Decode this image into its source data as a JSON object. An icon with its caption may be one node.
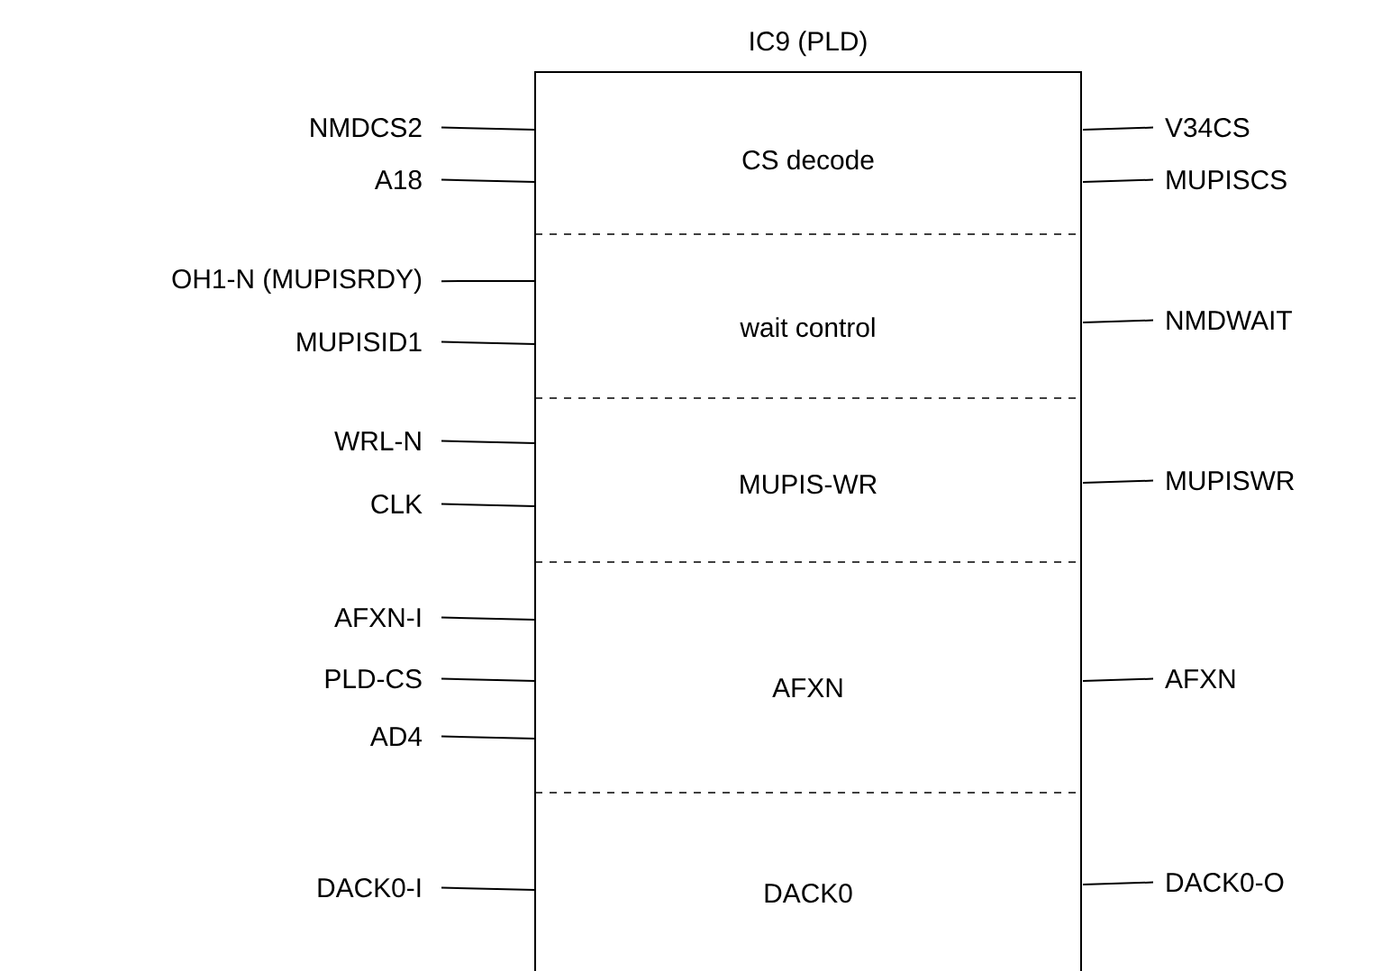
{
  "diagram": {
    "nodes": [
      {
        "text": [
          "IC9 (PLD)"
        ]
      },
      {
        "text": [
          "CS decode"
        ],
        "in": 0
      },
      {
        "text": [
          "wait control"
        ],
        "in": 0
      },
      {
        "text": [
          "MUPIS-WR"
        ],
        "in": 0
      },
      {
        "text": [
          "AFXN"
        ],
        "in": 0
      },
      {
        "text": [
          "DACK0"
        ],
        "in": 0
      },
      {
        "text": [
          "NMDCS2"
        ]
      },
      {
        "text": [
          "V34CS"
        ]
      },
      {
        "text": [
          "A18"
        ]
      },
      {
        "text": [
          "MUPISCS"
        ]
      },
      {
        "text": [
          "OH1-N (MUPISRDY)"
        ]
      },
      {
        "text": [
          "NMDWAIT"
        ]
      },
      {
        "text": [
          "MUPISID1"
        ]
      },
      {
        "text": [
          "WRL-N"
        ]
      },
      {
        "text": [
          "MUPISWR"
        ]
      },
      {
        "text": [
          "CLK"
        ]
      },
      {
        "text": [
          "AFXN-I"
        ]
      },
      {
        "text": [
          "PLD-CS"
        ]
      },
      {
        "text": [
          "AFXN"
        ]
      },
      {
        "text": [
          "AD4"
        ]
      },
      {
        "text": [
          "DACK0-I"
        ]
      },
      {
        "text": [
          "DACK0-O"
        ]
      }
    ],
    "edges": [
      {
        "from": 6,
        "to": 1,
        "arrow": "none"
      },
      {
        "from": 1,
        "to": 7,
        "arrow": "none"
      },
      {
        "from": 8,
        "to": 1,
        "arrow": "none"
      },
      {
        "from": 1,
        "to": 9,
        "arrow": "none"
      },
      {
        "from": 10,
        "to": 2,
        "arrow": "none"
      },
      {
        "from": 2,
        "to": 11,
        "arrow": "none"
      },
      {
        "from": 12,
        "to": 2,
        "arrow": "none"
      },
      {
        "from": 13,
        "to": 3,
        "arrow": "none"
      },
      {
        "from": 3,
        "to": 14,
        "arrow": "none"
      },
      {
        "from": 15,
        "to": 3,
        "arrow": "none"
      },
      {
        "from": 16,
        "to": 4,
        "arrow": "none"
      },
      {
        "from": 17,
        "to": 4,
        "arrow": "none"
      },
      {
        "from": 4,
        "to": 18,
        "arrow": "none"
      },
      {
        "from": 19,
        "to": 4,
        "arrow": "none"
      },
      {
        "from": 20,
        "to": 5,
        "arrow": "none"
      },
      {
        "from": 5,
        "to": 21,
        "arrow": "none"
      }
    ]
  }
}
